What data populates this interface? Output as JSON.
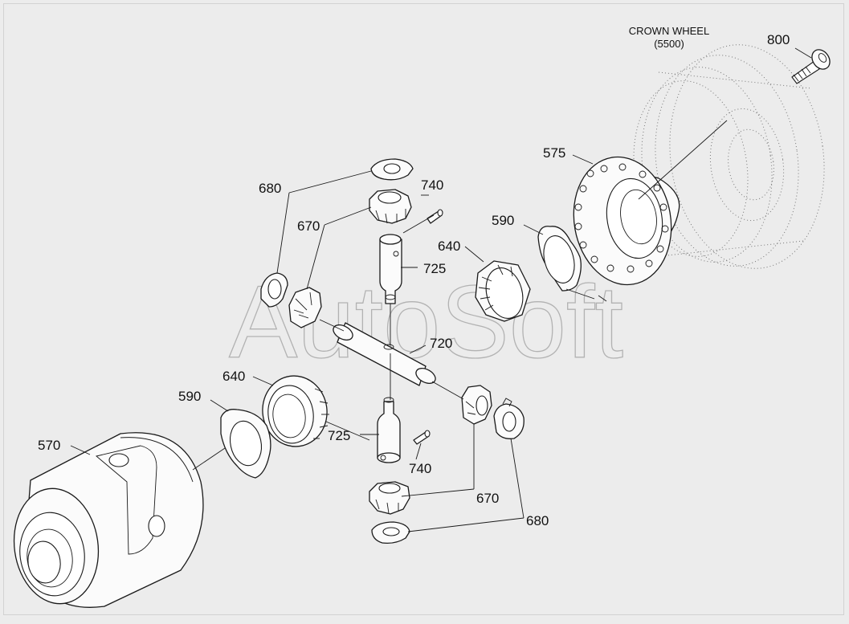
{
  "watermark": "AutoSoft",
  "crown_wheel": {
    "title_line1": "CROWN WHEEL",
    "title_line2": "(5500)"
  },
  "labels": {
    "p800": "800",
    "p575": "575",
    "p680_top": "680",
    "p740_top": "740",
    "p670_top": "670",
    "p590_right": "590",
    "p640_right": "640",
    "p725_top": "725",
    "p720": "720",
    "p640_left": "640",
    "p590_left": "590",
    "p570": "570",
    "p725_bottom": "725",
    "p740_bottom": "740",
    "p670_bottom": "670",
    "p680_bottom": "680"
  }
}
